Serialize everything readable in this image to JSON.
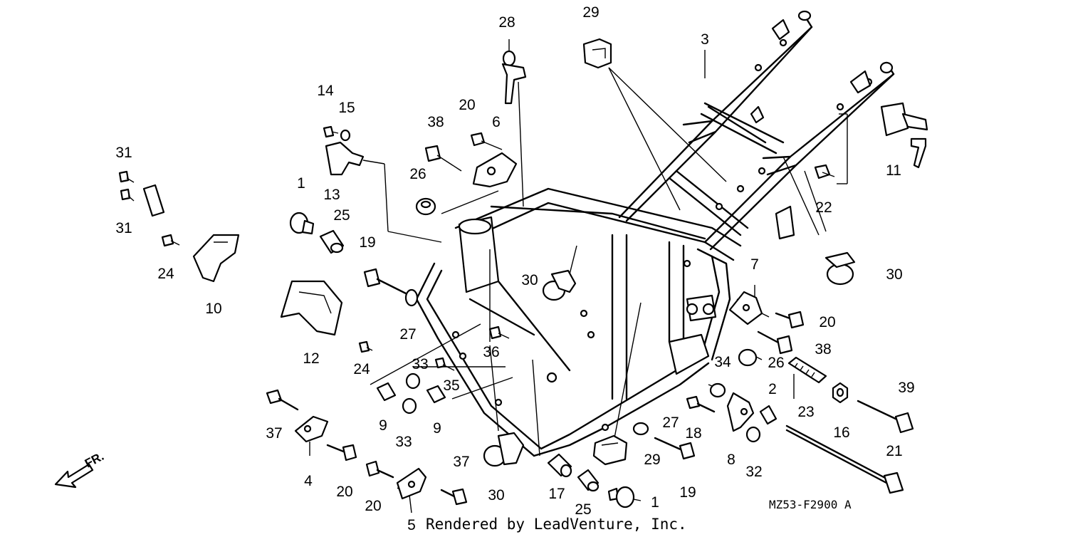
{
  "diagram_code": "MZ53-F2900 A",
  "credit": "Rendered by LeadVenture, Inc.",
  "direction_label": "FR.",
  "callouts": [
    {
      "id": "c1a",
      "text": "1"
    },
    {
      "id": "c1b",
      "text": "1"
    },
    {
      "id": "c2",
      "text": "2"
    },
    {
      "id": "c3",
      "text": "3"
    },
    {
      "id": "c4",
      "text": "4"
    },
    {
      "id": "c5",
      "text": "5"
    },
    {
      "id": "c6",
      "text": "6"
    },
    {
      "id": "c7",
      "text": "7"
    },
    {
      "id": "c8",
      "text": "8"
    },
    {
      "id": "c9a",
      "text": "9"
    },
    {
      "id": "c9b",
      "text": "9"
    },
    {
      "id": "c10",
      "text": "10"
    },
    {
      "id": "c11",
      "text": "11"
    },
    {
      "id": "c12",
      "text": "12"
    },
    {
      "id": "c13",
      "text": "13"
    },
    {
      "id": "c14",
      "text": "14"
    },
    {
      "id": "c15",
      "text": "15"
    },
    {
      "id": "c16",
      "text": "16"
    },
    {
      "id": "c17",
      "text": "17"
    },
    {
      "id": "c18",
      "text": "18"
    },
    {
      "id": "c19a",
      "text": "19"
    },
    {
      "id": "c19b",
      "text": "19"
    },
    {
      "id": "c20a",
      "text": "20"
    },
    {
      "id": "c20b",
      "text": "20"
    },
    {
      "id": "c20c",
      "text": "20"
    },
    {
      "id": "c20d",
      "text": "20"
    },
    {
      "id": "c21",
      "text": "21"
    },
    {
      "id": "c22",
      "text": "22"
    },
    {
      "id": "c23",
      "text": "23"
    },
    {
      "id": "c24a",
      "text": "24"
    },
    {
      "id": "c24b",
      "text": "24"
    },
    {
      "id": "c25a",
      "text": "25"
    },
    {
      "id": "c25b",
      "text": "25"
    },
    {
      "id": "c26a",
      "text": "26"
    },
    {
      "id": "c26b",
      "text": "26"
    },
    {
      "id": "c27a",
      "text": "27"
    },
    {
      "id": "c27b",
      "text": "27"
    },
    {
      "id": "c28",
      "text": "28"
    },
    {
      "id": "c29a",
      "text": "29"
    },
    {
      "id": "c29b",
      "text": "29"
    },
    {
      "id": "c30a",
      "text": "30"
    },
    {
      "id": "c30b",
      "text": "30"
    },
    {
      "id": "c30c",
      "text": "30"
    },
    {
      "id": "c31a",
      "text": "31"
    },
    {
      "id": "c31b",
      "text": "31"
    },
    {
      "id": "c32",
      "text": "32"
    },
    {
      "id": "c33a",
      "text": "33"
    },
    {
      "id": "c33b",
      "text": "33"
    },
    {
      "id": "c34",
      "text": "34"
    },
    {
      "id": "c35",
      "text": "35"
    },
    {
      "id": "c36",
      "text": "36"
    },
    {
      "id": "c37a",
      "text": "37"
    },
    {
      "id": "c37b",
      "text": "37"
    },
    {
      "id": "c38a",
      "text": "38"
    },
    {
      "id": "c38b",
      "text": "38"
    },
    {
      "id": "c39",
      "text": "39"
    }
  ]
}
